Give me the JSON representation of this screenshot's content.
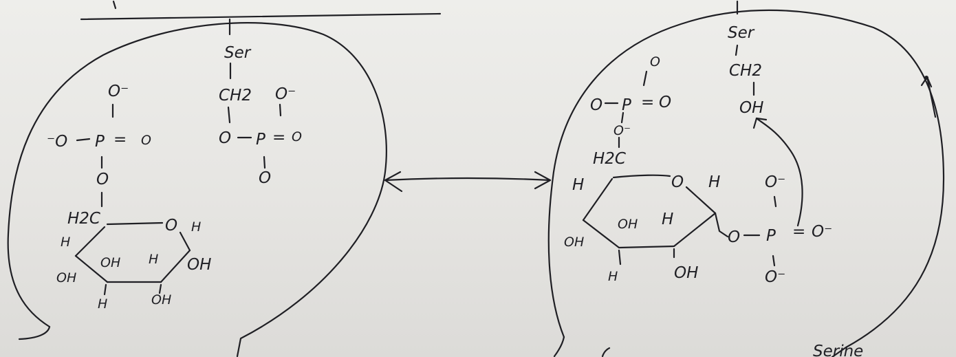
{
  "colors": {
    "paper": "#e9e8e5",
    "ink": "#1f1f24"
  },
  "left_structure": {
    "serine": "Ser",
    "ch2": "CH2",
    "phosphate_left": {
      "o_top": "O⁻",
      "o_left": "⁻O",
      "p": "P",
      "eq": "=",
      "o_right": "O",
      "o_bottom": "O"
    },
    "phosphate_right": {
      "o_top": "O⁻",
      "o_left": "O",
      "p": "P",
      "eq": "=",
      "o_right": "O",
      "o_bottom": "O"
    },
    "ring": {
      "h2c": "H2C",
      "ring_o": "O",
      "h_c1": "H",
      "h_c5": "H",
      "oh_c4": "OH",
      "oh_c3_up": "OH",
      "h_c2_up": "H",
      "oh_c1": "OH",
      "h_c3_down": "H",
      "oh_c2_down": "OH"
    }
  },
  "right_structure": {
    "serine": "Ser",
    "ch2": "CH2",
    "oh": "OH",
    "phosphate_top": {
      "o_top": "O",
      "o_left": "O",
      "p": "P",
      "eq": "=",
      "o_right": "O",
      "o_bottom": "O⁻"
    },
    "ring": {
      "h2c": "H2C",
      "ring_o": "O",
      "h_c1": "H",
      "h_c5": "H",
      "oh_c4_down": "OH",
      "oh_c3_up": "OH",
      "h_c2_up": "H",
      "h_c3_down": "H",
      "oh_c2_down": "OH"
    },
    "phosphate_c1": {
      "o_link": "O",
      "o_top": "O⁻",
      "p": "P",
      "eq": "=",
      "o_right": "O⁻",
      "o_bottom": "O⁻"
    }
  },
  "footer_fragment": "Serine"
}
